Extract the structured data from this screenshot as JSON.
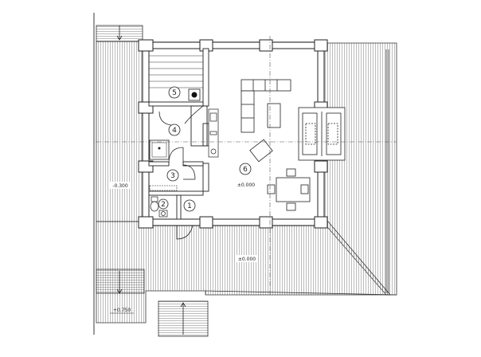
{
  "rooms": [
    {
      "number": "1"
    },
    {
      "number": "2"
    },
    {
      "number": "3"
    },
    {
      "number": "4"
    },
    {
      "number": "5"
    },
    {
      "number": "6"
    }
  ],
  "levels": {
    "terrace_left": "-0.300",
    "main_floor": "±0.000",
    "lower_terrace": "±0.000",
    "entrance": "+0.750"
  }
}
